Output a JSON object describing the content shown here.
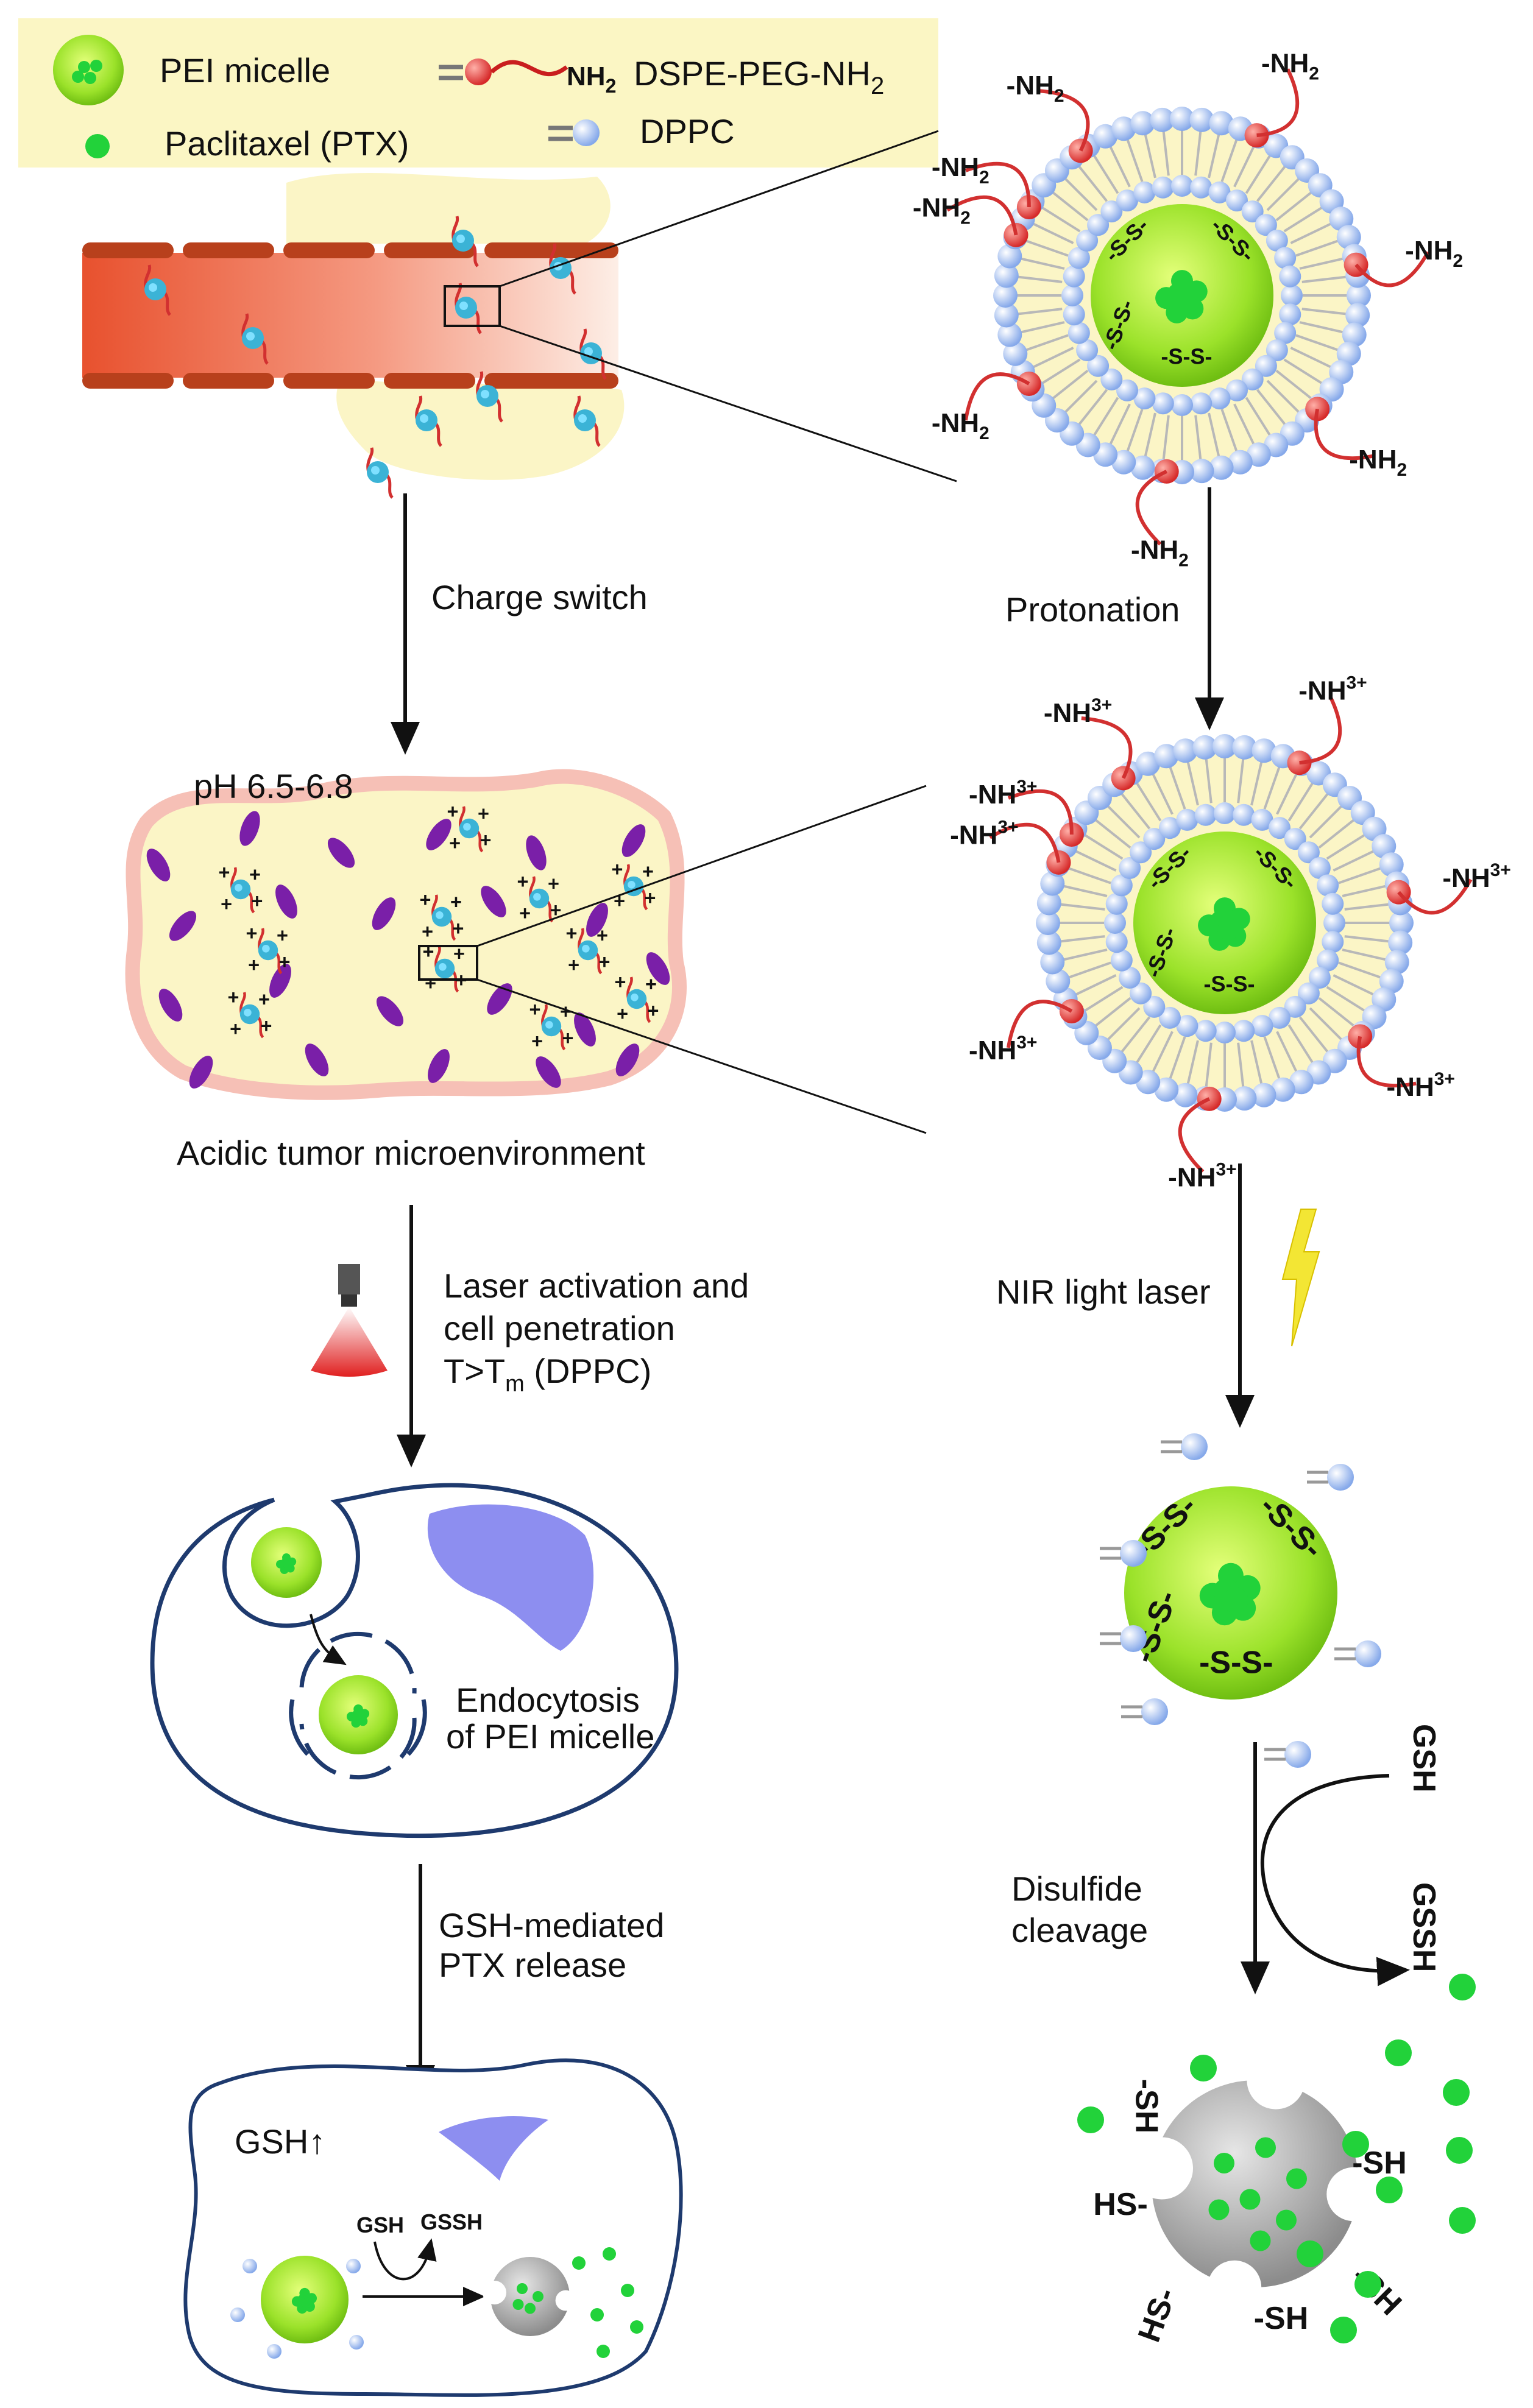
{
  "legend": {
    "pei_micelle": "PEI micelle",
    "ptx": "Paclitaxel (PTX)",
    "dspe_peg": "DSPE-PEG-NH",
    "dspe_peg_sub": "2",
    "dspe_nh": "NH",
    "dspe_nh_sub": "2",
    "dppc": "DPPC"
  },
  "steps": {
    "charge_switch": "Charge switch",
    "ph": "pH 6.5-6.8",
    "acidic": "Acidic tumor microenvironment",
    "laser_line1": "Laser activation and",
    "laser_line2": "cell penetration",
    "laser_line3_a": "T>T",
    "laser_line3_sub": "m",
    "laser_line3_b": " (DPPC)",
    "endocytosis_line1": "Endocytosis",
    "endocytosis_line2": "of PEI micelle",
    "gsh_release_line1": "GSH-mediated",
    "gsh_release_line2": "PTX release",
    "gsh_up": "GSH↑",
    "protonation": "Protonation",
    "nir": "NIR light laser",
    "disulfide_line1": "Disulfide",
    "disulfide_line2": "cleavage"
  },
  "chem": {
    "nh2": "-NH",
    "nh2_sub": "2",
    "nh3": "-NH",
    "nh3_sup": "3+",
    "ss": "-S-S-",
    "gsh": "GSH",
    "gssh": "GSSH",
    "sh": "-SH",
    "hs": "HS-"
  },
  "colors": {
    "legend_bg": "#fbf6c4",
    "micelle_green": "#9be22a",
    "ptx_green": "#22d23a",
    "dppc_blue": "#a9c2f2",
    "peg_red": "#d23030",
    "vessel_red": "#f07a5a",
    "vessel_wall": "#b8401c",
    "tissue_yellow": "#fbf5c6",
    "cell_outline": "#1e3a6e",
    "nucleus": "#8d8ef0",
    "laser_yellow": "#f3e634"
  }
}
